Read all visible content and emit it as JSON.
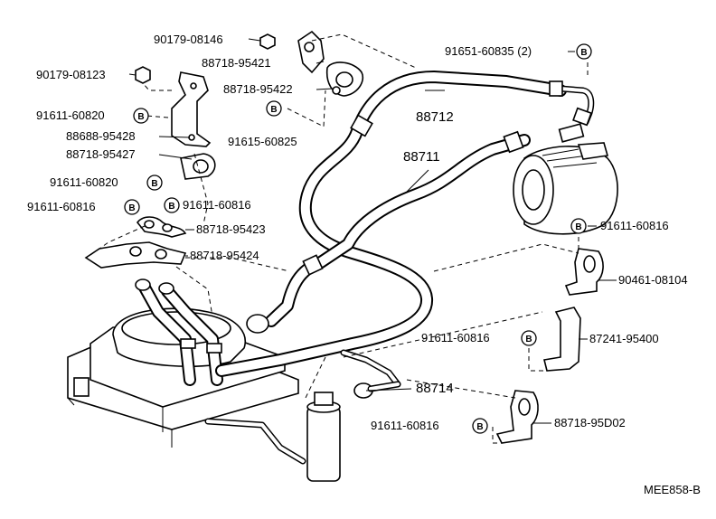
{
  "diagram": {
    "code": "MEE858-B",
    "bolt_symbol": "B",
    "labels": {
      "p90179_08146": "90179-08146",
      "p90179_08123": "90179-08123",
      "p88718_95421": "88718-95421",
      "p88718_95422": "88718-95422",
      "p91651_60835": "91651-60835 (2)",
      "p91611_60820_a": "91611-60820",
      "p88688_95428": "88688-95428",
      "p91615_60825": "91615-60825",
      "p88712": "88712",
      "p88718_95427": "88718-95427",
      "p88711": "88711",
      "p91611_60820_b": "91611-60820",
      "p91611_60816_a": "91611-60816",
      "p91611_60816_b": "91611-60816",
      "p88718_95423": "88718-95423",
      "p91611_60816_c": "91611-60816",
      "p88718_95424": "88718-95424",
      "p90461_08104": "90461-08104",
      "p91611_60816_d": "91611-60816",
      "p87241_95400": "87241-95400",
      "p88714": "88714",
      "p91611_60816_e": "91611-60816",
      "p88718_95D02": "88718-95D02"
    }
  }
}
